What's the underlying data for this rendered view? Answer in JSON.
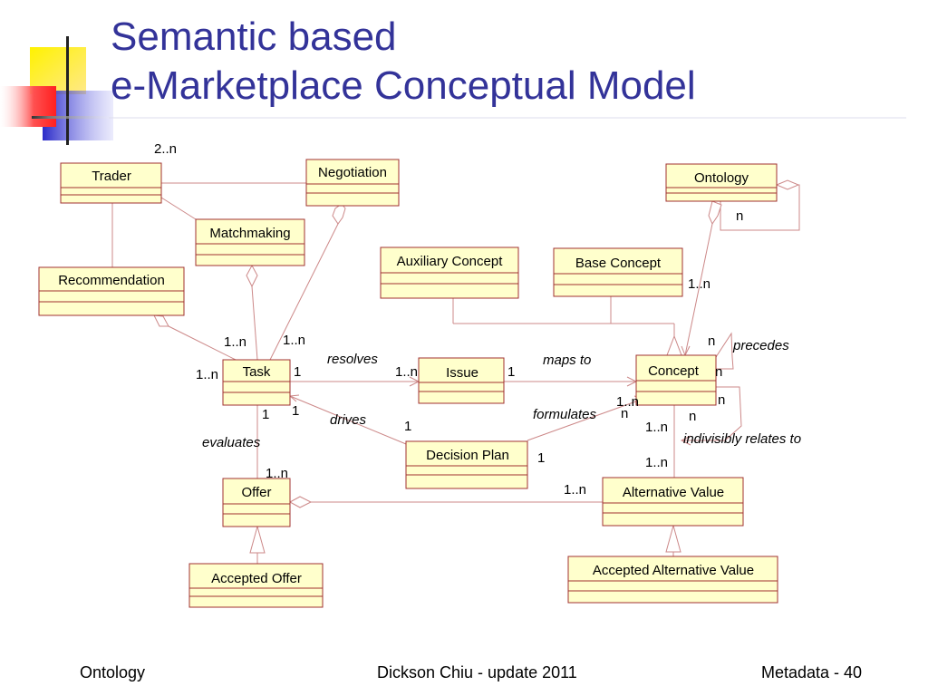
{
  "title": {
    "line1": "Semantic based",
    "line2": "e-Marketplace Conceptual Model"
  },
  "colors": {
    "title": "#333399",
    "box_fill": "#FFFFCC",
    "box_border": "#A03030",
    "connector": "#CC8888"
  },
  "classes": {
    "trader": "Trader",
    "negotiation": "Negotiation",
    "ontology": "Ontology",
    "matchmaking": "Matchmaking",
    "auxiliary_concept": "Auxiliary Concept",
    "base_concept": "Base Concept",
    "recommendation": "Recommendation",
    "task": "Task",
    "issue": "Issue",
    "concept": "Concept",
    "decision_plan": "Decision Plan",
    "offer": "Offer",
    "alternative_value": "Alternative Value",
    "accepted_offer": "Accepted Offer",
    "accepted_alternative_value": "Accepted Alternative Value"
  },
  "multiplicities": {
    "trader_top": "2..n",
    "ontology_self": "n",
    "base_concept_concept": "1..n",
    "task_recommendation": "1..n",
    "task_negotiation": "1..n",
    "task_left": "1..n",
    "task_issue": "1",
    "issue_task": "1..n",
    "issue_concept": "1",
    "concept_top": "n",
    "concept_right": "n",
    "concept_right_lower": "n",
    "concept_decision": "1..n",
    "decision_concept": "n",
    "concept_below": "n",
    "concept_av_upper": "1..n",
    "concept_av_lower": "1..n",
    "task_below": "1",
    "task_decision": "1",
    "decision_task": "1",
    "decision_right": "1",
    "offer_task": "1..n",
    "av_offer": "1..n"
  },
  "roles": {
    "resolves": "resolves",
    "maps_to": "maps to",
    "precedes": "precedes",
    "drives": "drives",
    "formulates": "formulates",
    "evaluates": "evaluates",
    "indivisibly_relates_to": "indivisibly relates to"
  },
  "footer": {
    "left": "Ontology",
    "center": "Dickson Chiu - update 2011",
    "right": "Metadata - 40"
  }
}
